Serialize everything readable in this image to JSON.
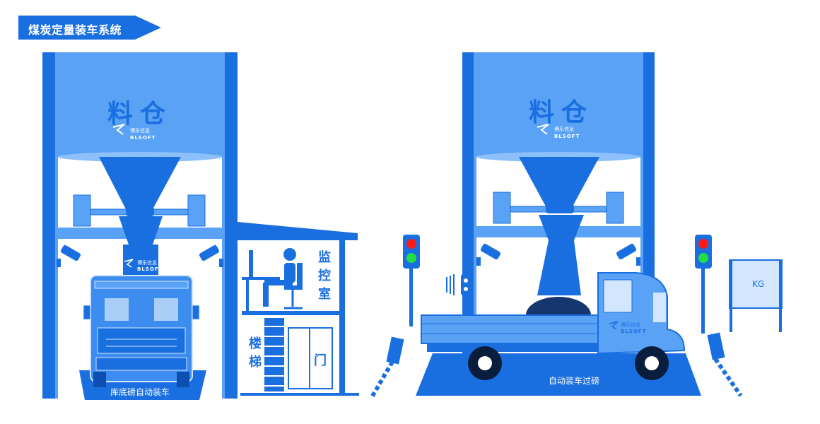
{
  "header": {
    "title": "煤炭定量装车系统"
  },
  "left_station": {
    "silo_title": "料仓",
    "brand_cn": "博乐信息",
    "brand_en": "BLSOFT",
    "base_caption": "库底磅自动装车",
    "control_room_label": "监控室",
    "stairs_label": "楼梯",
    "door_label": "门"
  },
  "right_station": {
    "silo_title": "料仓",
    "brand_cn": "博乐信息",
    "brand_en": "BLSOFT",
    "base_caption": "自动装车过磅",
    "display_board": "KG"
  },
  "truck": {
    "brand_cn": "博乐信息",
    "brand_en": "BLSOFT"
  },
  "colors": {
    "primary": "#1a6fe0",
    "light": "#5aa2f5",
    "pale": "#8cc0fa",
    "red": "#ff1a1a",
    "green": "#22dd44"
  }
}
